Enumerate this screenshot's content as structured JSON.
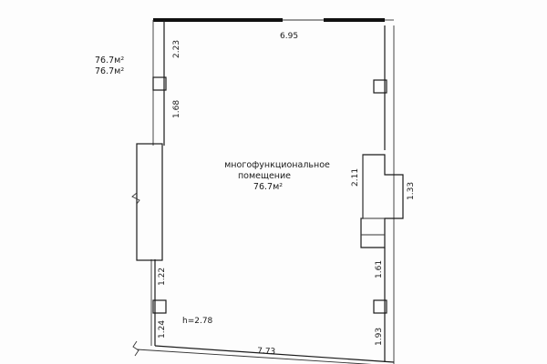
{
  "area_summary": {
    "line1": "76.7м²",
    "line2": "76.7м²"
  },
  "room": {
    "name_line1": "многофункциональное",
    "name_line2": "помещение",
    "area": "76.7м²"
  },
  "height": "h=2.78",
  "dimensions": {
    "top_width": "6.95",
    "bottom_width": "7.73",
    "left_top": "2.23",
    "left_mid": "1.68",
    "left_lower": "1.22",
    "left_bottom": "1.24",
    "right_upper": "2.11",
    "right_niche": "1.33",
    "right_mid": "1.61",
    "right_bottom": "1.93"
  }
}
